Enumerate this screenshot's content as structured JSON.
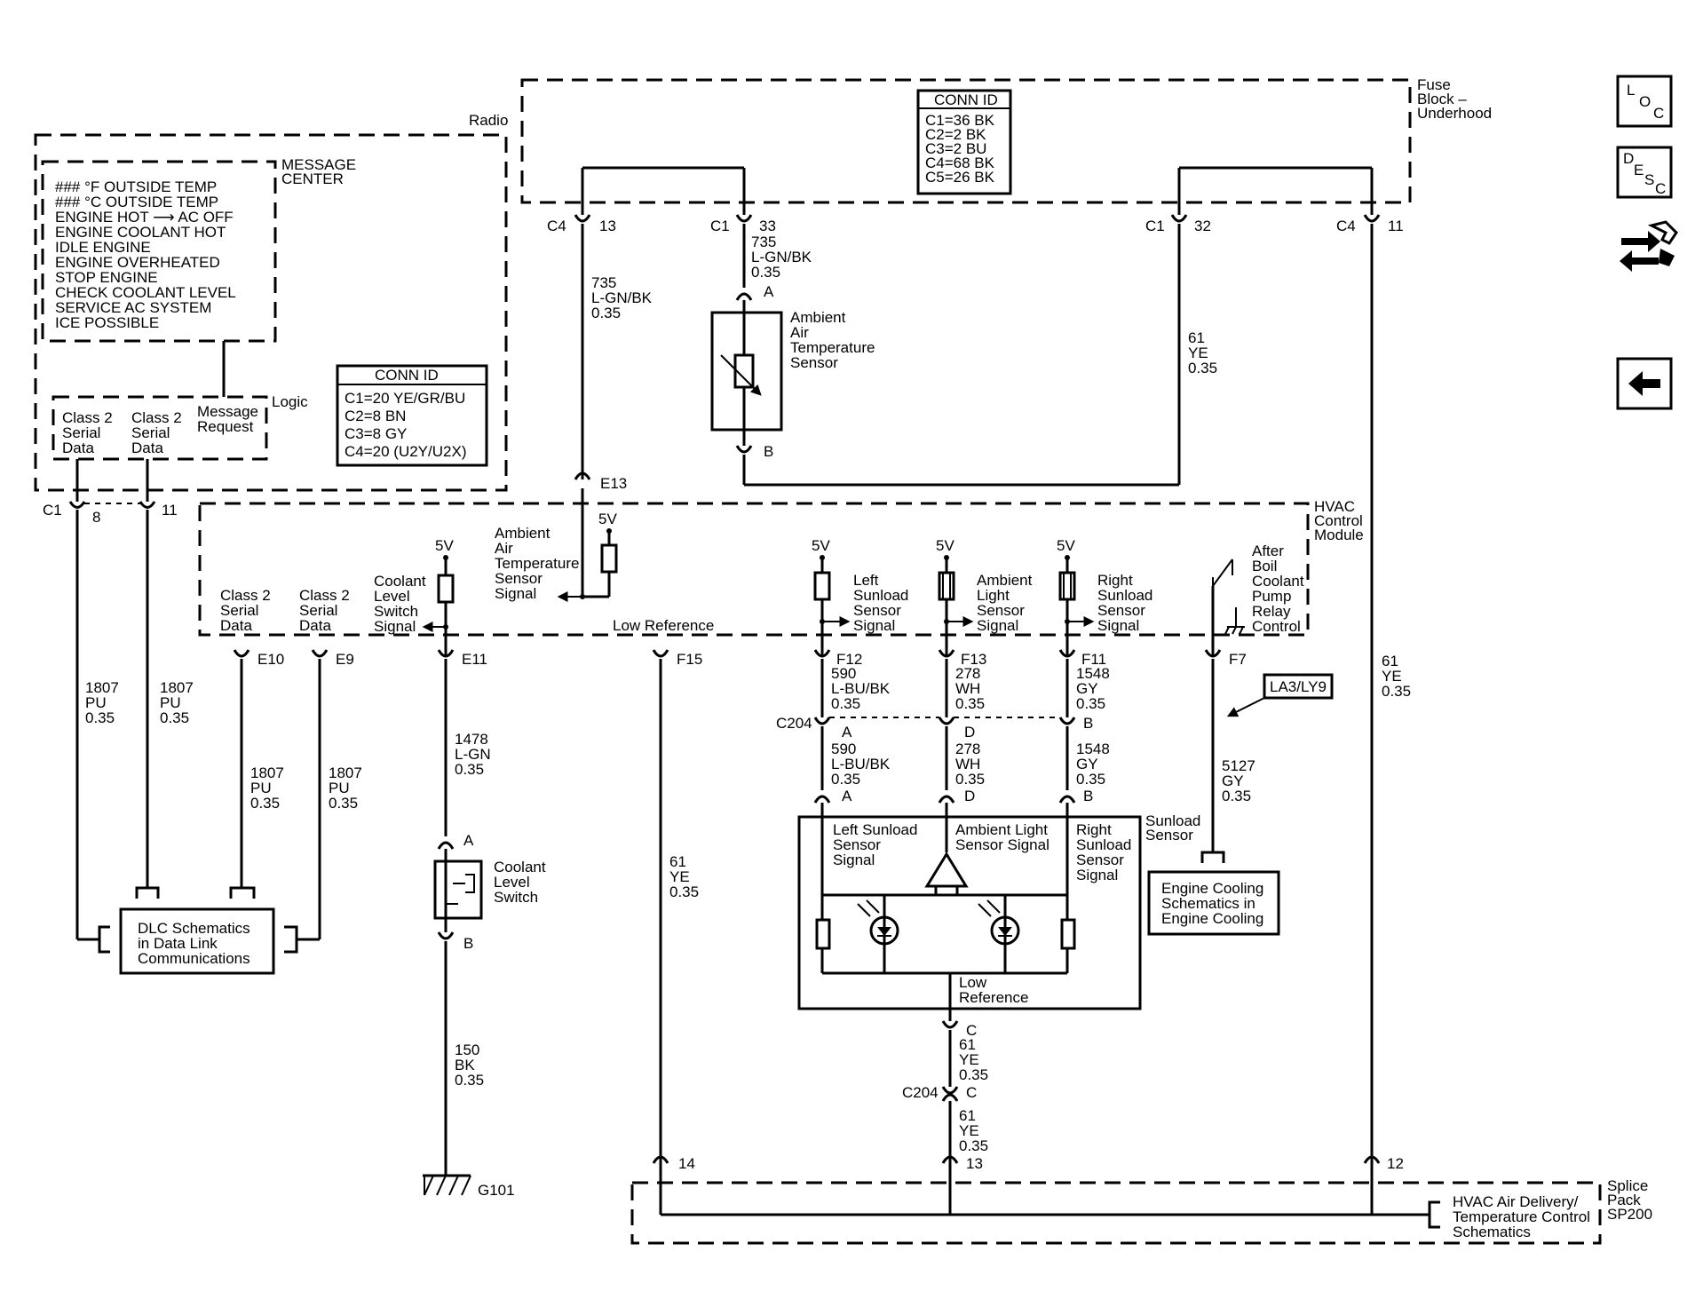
{
  "radio": {
    "title": "Radio",
    "message_center_title": [
      "MESSAGE",
      "CENTER"
    ],
    "messages": [
      "### °F OUTSIDE TEMP",
      "### °C OUTSIDE TEMP",
      "ENGINE HOT ⟶ AC OFF",
      "ENGINE COOLANT HOT",
      "IDLE ENGINE",
      "ENGINE OVERHEATED",
      "STOP ENGINE",
      "CHECK COOLANT LEVEL",
      "SERVICE AC SYSTEM",
      "ICE POSSIBLE"
    ],
    "logic_label": "Logic",
    "logic_items": [
      [
        "Class 2",
        "Serial",
        "Data"
      ],
      [
        "Class 2",
        "Serial",
        "Data"
      ],
      [
        "Message",
        "Request"
      ]
    ],
    "conn_id_title": "CONN ID",
    "conn_id": [
      "C1=20 YE/GR/BU",
      "C2=8 BN",
      "C3=8 GY",
      "C4=20 (U2Y/U2X)"
    ]
  },
  "fuse_block": {
    "title": [
      "Fuse",
      "Block –",
      "Underhood"
    ],
    "conn_id_title": "CONN ID",
    "conn_id": [
      "C1=36 BK",
      "C2=2 BK",
      "C3=2 BU",
      "C4=68 BK",
      "C5=26 BK"
    ],
    "pins": [
      {
        "conn": "C4",
        "pin": "13"
      },
      {
        "conn": "C1",
        "pin": "33"
      },
      {
        "conn": "C1",
        "pin": "32"
      },
      {
        "conn": "C4",
        "pin": "11"
      }
    ]
  },
  "ambient_sensor": {
    "label": [
      "Ambient",
      "Air",
      "Temperature",
      "Sensor"
    ],
    "pin_a": "A",
    "pin_b": "B"
  },
  "hvac_module": {
    "title": [
      "HVAC",
      "Control",
      "Module"
    ],
    "signals": {
      "class2_a": [
        "Class 2",
        "Serial",
        "Data"
      ],
      "class2_b": [
        "Class 2",
        "Serial",
        "Data"
      ],
      "coolant": [
        "Coolant",
        "Level",
        "Switch",
        "Signal"
      ],
      "ambient_air": [
        "Ambient",
        "Air",
        "Temperature",
        "Sensor",
        "Signal"
      ],
      "low_ref": "Low Reference",
      "left_sunload": [
        "Left",
        "Sunload",
        "Sensor",
        "Signal"
      ],
      "ambient_light": [
        "Ambient",
        "Light",
        "Sensor",
        "Signal"
      ],
      "right_sunload": [
        "Right",
        "Sunload",
        "Sensor",
        "Signal"
      ],
      "after_boil": [
        "After",
        "Boil",
        "Coolant",
        "Pump",
        "Relay",
        "Control"
      ]
    },
    "supply": "5V",
    "pins": [
      "E10",
      "E9",
      "E11",
      "F15",
      "F12",
      "F13",
      "F11",
      "F7",
      "E13"
    ]
  },
  "wires": [
    {
      "circuit": "735",
      "color": "L-GN/BK",
      "gauge": "0.35"
    },
    {
      "circuit": "735",
      "color": "L-GN/BK",
      "gauge": "0.35"
    },
    {
      "circuit": "61",
      "color": "YE",
      "gauge": "0.35"
    },
    {
      "circuit": "1807",
      "color": "PU",
      "gauge": "0.35"
    },
    {
      "circuit": "1807",
      "color": "PU",
      "gauge": "0.35"
    },
    {
      "circuit": "1807",
      "color": "PU",
      "gauge": "0.35"
    },
    {
      "circuit": "1807",
      "color": "PU",
      "gauge": "0.35"
    },
    {
      "circuit": "1478",
      "color": "L-GN",
      "gauge": "0.35"
    },
    {
      "circuit": "150",
      "color": "BK",
      "gauge": "0.35"
    },
    {
      "circuit": "61",
      "color": "YE",
      "gauge": "0.35"
    },
    {
      "circuit": "590",
      "color": "L-BU/BK",
      "gauge": "0.35"
    },
    {
      "circuit": "278",
      "color": "WH",
      "gauge": "0.35"
    },
    {
      "circuit": "1548",
      "color": "GY",
      "gauge": "0.35"
    },
    {
      "circuit": "590",
      "color": "L-BU/BK",
      "gauge": "0.35"
    },
    {
      "circuit": "278",
      "color": "WH",
      "gauge": "0.35"
    },
    {
      "circuit": "1548",
      "color": "GY",
      "gauge": "0.35"
    },
    {
      "circuit": "5127",
      "color": "GY",
      "gauge": "0.35"
    },
    {
      "circuit": "61",
      "color": "YE",
      "gauge": "0.35"
    },
    {
      "circuit": "61",
      "color": "YE",
      "gauge": "0.35"
    },
    {
      "circuit": "61",
      "color": "YE",
      "gauge": "0.35"
    }
  ],
  "connectors": {
    "radio_c1": "C1",
    "radio_pin8": "8",
    "radio_pin11": "11",
    "c204": "C204",
    "pin_a": "A",
    "pin_d": "D",
    "pin_b": "B",
    "pin_c": "C",
    "e13": "E13",
    "g101": "G101",
    "sp_14": "14",
    "sp_13": "13",
    "sp_12": "12"
  },
  "coolant_switch": {
    "label": [
      "Coolant",
      "Level",
      "Switch"
    ],
    "pin_a": "A",
    "pin_b": "B"
  },
  "dlc": {
    "label": [
      "DLC Schematics",
      "in Data Link",
      "Communications"
    ]
  },
  "sunload_sensor": {
    "title": [
      "Sunload",
      "Sensor"
    ],
    "left": [
      "Left Sunload",
      "Sensor",
      "Signal"
    ],
    "ambient": [
      "Ambient Light",
      "Sensor Signal"
    ],
    "right": [
      "Right",
      "Sunload",
      "Sensor",
      "Signal"
    ],
    "low_ref": [
      "Low",
      "Reference"
    ]
  },
  "option_tag": "LA3/LY9",
  "engine_cooling": {
    "label": [
      "Engine Cooling",
      "Schematics in",
      "Engine Cooling"
    ]
  },
  "splice_pack": {
    "title": [
      "Splice",
      "Pack",
      "SP200"
    ],
    "ref": [
      "HVAC Air Delivery/",
      "Temperature Control",
      "Schematics"
    ]
  },
  "nav": {
    "loc": [
      "L",
      "O",
      "C"
    ],
    "desc": [
      "D",
      "E",
      "S",
      "C"
    ]
  }
}
